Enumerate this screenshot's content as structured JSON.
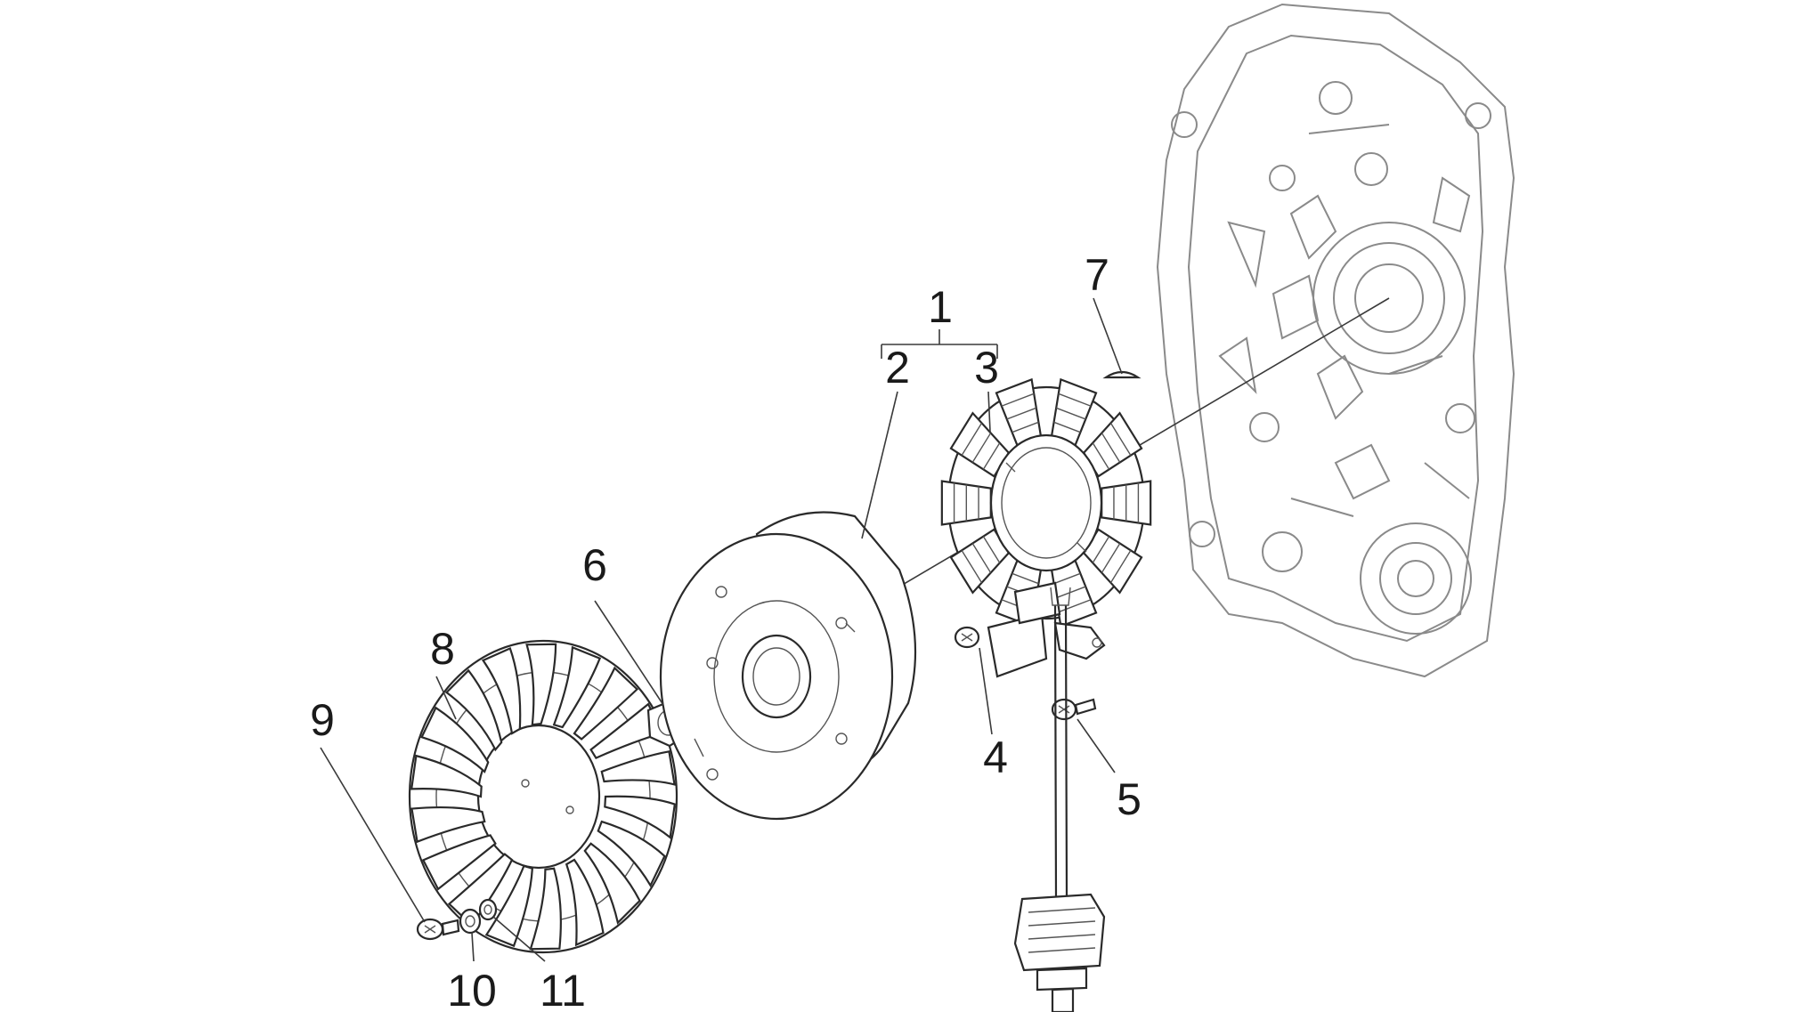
{
  "diagram": {
    "callouts": [
      {
        "id": "1",
        "label": "1"
      },
      {
        "id": "2",
        "label": "2"
      },
      {
        "id": "3",
        "label": "3"
      },
      {
        "id": "4",
        "label": "4"
      },
      {
        "id": "5",
        "label": "5"
      },
      {
        "id": "6",
        "label": "6"
      },
      {
        "id": "7",
        "label": "7"
      },
      {
        "id": "8",
        "label": "8"
      },
      {
        "id": "9",
        "label": "9"
      },
      {
        "id": "10",
        "label": "10"
      },
      {
        "id": "11",
        "label": "11"
      }
    ],
    "colors": {
      "line": "#2a2a2a",
      "casing": "#8a8a8a",
      "background": "#ffffff"
    }
  }
}
